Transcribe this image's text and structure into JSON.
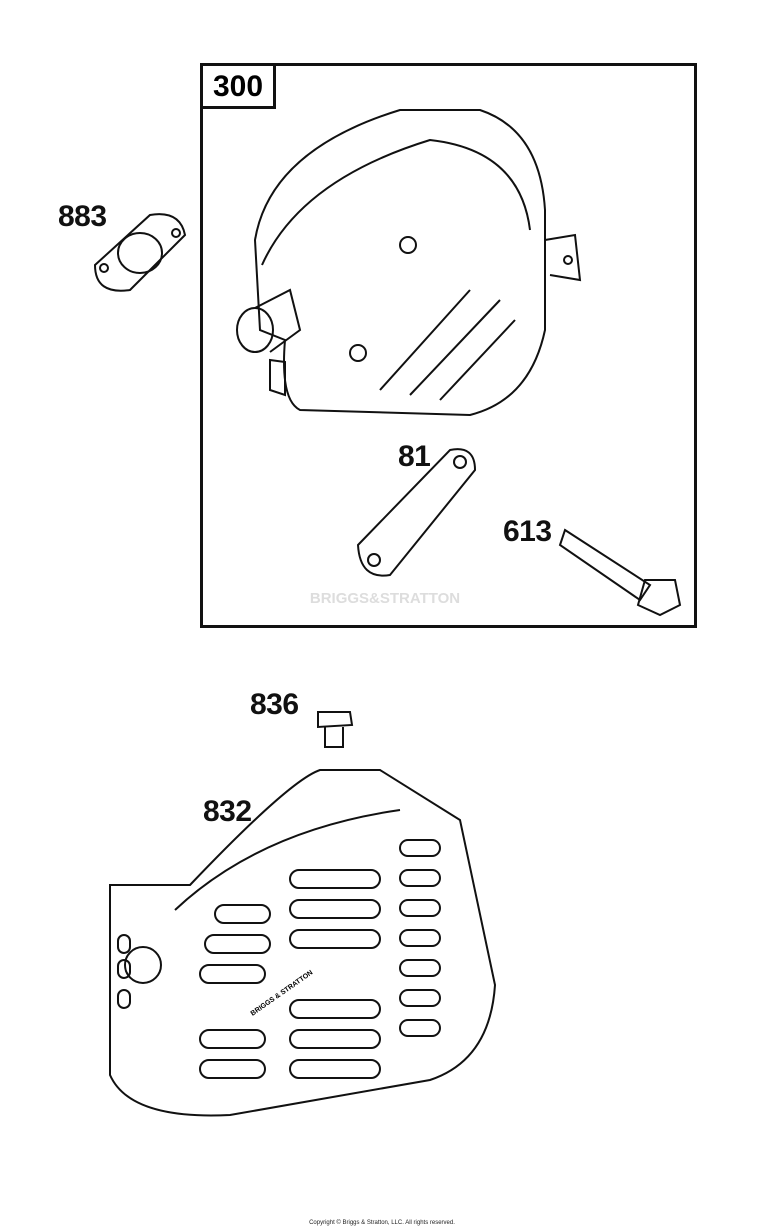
{
  "group_label": "300",
  "parts": {
    "gasket_883": "883",
    "gasket_81": "81",
    "screw_613": "613",
    "screw_836": "836",
    "guard_832": "832"
  },
  "watermark": "BRIGGS&STRATTON",
  "guard_logo": "BRIGGS & STRATTON",
  "copyright": "Copyright © Briggs & Stratton, LLC. All rights reserved."
}
